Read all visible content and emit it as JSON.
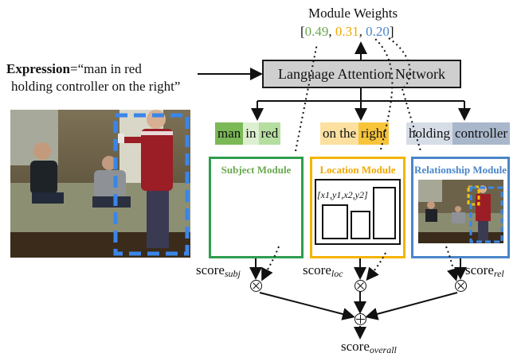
{
  "weights": {
    "title": "Module Weights",
    "open": "[",
    "w_subject": "0.49",
    "sep1": ", ",
    "w_location": "0.31",
    "sep2": ", ",
    "w_relationship": "0.20",
    "close": "]"
  },
  "expression": {
    "label": "Expression",
    "text_line1": "=“man in red",
    "text_line2": "holding controller on the right”"
  },
  "network_label": "Language Attention Network",
  "phrases": {
    "subject": [
      "man",
      "in",
      "red"
    ],
    "location": [
      "on the",
      "right"
    ],
    "relationship": [
      "holding",
      "controller"
    ]
  },
  "modules": {
    "subject": {
      "title": "Subject Module",
      "color": "#6aa84f"
    },
    "location": {
      "title": "Location Module",
      "color": "#f4b400",
      "coords": "[x1,y1,x2,y2]"
    },
    "relationship": {
      "title": "Relationship Module",
      "color": "#4a86c8"
    }
  },
  "scores": {
    "base": "score",
    "subj": "subj",
    "loc": "loc",
    "rel": "rel",
    "overall": "overall"
  },
  "colors": {
    "subject_dark": "#7bb956",
    "subject_light": "#b6dea0",
    "location_dark": "#f7c43a",
    "location_light": "#fbe0a0",
    "relationship_dark": "#a9b7cb",
    "relationship_light": "#d6dde7",
    "network_fill": "#cfcfcf",
    "photo_box": "#3a86e8"
  }
}
